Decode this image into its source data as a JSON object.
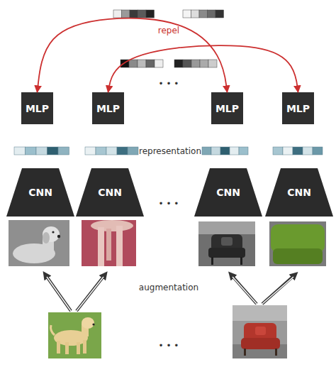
{
  "diagram": {
    "nodes": [
      {
        "text": [
          "MLP"
        ]
      },
      {
        "text": [
          "MLP"
        ]
      },
      {
        "text": [
          "MLP"
        ]
      },
      {
        "text": [
          "MLP"
        ]
      },
      {
        "text": [
          "CNN"
        ]
      },
      {
        "text": [
          "CNN"
        ]
      },
      {
        "text": [
          "CNN"
        ]
      },
      {
        "text": [
          "CNN"
        ]
      }
    ],
    "edges": [
      {
        "from": 0,
        "to": 2,
        "arrow": "both",
        "label": "repel"
      },
      {
        "from": 1,
        "to": 3,
        "arrow": "both"
      }
    ],
    "labels": [
      "• • •",
      "representation",
      "• • •",
      "augmentation",
      "• • •"
    ]
  }
}
